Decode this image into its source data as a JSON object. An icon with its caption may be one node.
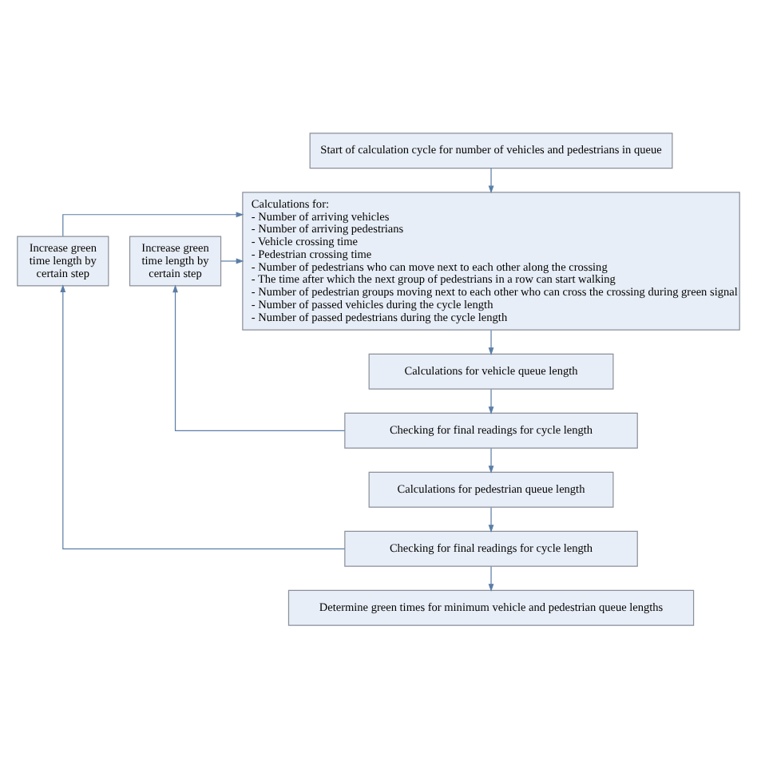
{
  "diagram": {
    "nodes": [
      {
        "text": [
          "Start of calculation cycle for number of vehicles and pedestrians in queue"
        ]
      },
      {
        "text": [
          "Increase green time length by certain step"
        ]
      },
      {
        "text": [
          "Calculations for:",
          "- Number of arriving vehicles",
          "- Number of arriving pedestrians",
          "- Vehicle crossing time",
          "- Pedestrian crossing time",
          "- Number of pedestrians who can move next to each other along the crossing",
          "- The time after which the next group of pedestrians in a row can start walking",
          "- Number of pedestrian groups moving next to each other who can cross the crossing during green signal",
          "- Number of passed vehicles during the cycle length",
          "- Number of passed pedestrians during the cycle length"
        ]
      },
      {
        "text": [
          "Increase green time length by certain step"
        ]
      },
      {
        "text": [
          "Calculations for vehicle queue length"
        ]
      },
      {
        "text": [
          "Checking for final readings for cycle length"
        ]
      },
      {
        "text": [
          "Calculations for pedestrian queue length"
        ]
      },
      {
        "text": [
          "Checking for final readings for cycle length"
        ]
      },
      {
        "text": [
          "Determine green times for minimum vehicle and pedestrian queue lengths"
        ]
      }
    ],
    "edges": [
      {
        "from": 0,
        "to": 2,
        "arrow": "to"
      },
      {
        "from": 1,
        "to": 2,
        "arrow": "to"
      },
      {
        "from": 3,
        "to": 2,
        "arrow": "to"
      },
      {
        "from": 2,
        "to": 4,
        "arrow": "to"
      },
      {
        "from": 4,
        "to": 5,
        "arrow": "to"
      },
      {
        "from": 5,
        "to": 1,
        "arrow": "to"
      },
      {
        "from": 5,
        "to": 6,
        "arrow": "to"
      },
      {
        "from": 6,
        "to": 7,
        "arrow": "to"
      },
      {
        "from": 7,
        "to": 3,
        "arrow": "to"
      },
      {
        "from": 7,
        "to": 8,
        "arrow": "to"
      }
    ]
  }
}
